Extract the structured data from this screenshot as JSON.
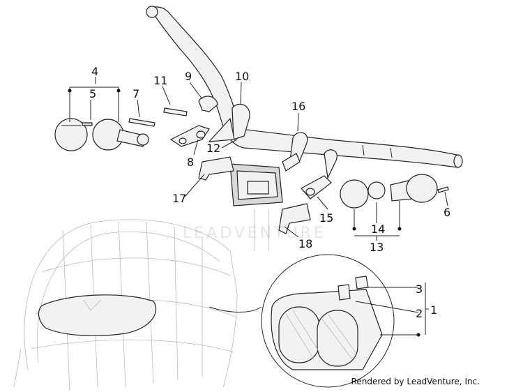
{
  "callouts": {
    "c1": "1",
    "c2": "2",
    "c3": "3",
    "c4": "4",
    "c5": "5",
    "c6": "6",
    "c7": "7",
    "c8": "8",
    "c9": "9",
    "c10": "10",
    "c11": "11",
    "c12": "12",
    "c13": "13",
    "c14": "14",
    "c15": "15",
    "c16": "16",
    "c17": "17",
    "c18": "18"
  },
  "watermark": "LEADVENTURE",
  "footer": "Rendered by LeadVenture, Inc."
}
